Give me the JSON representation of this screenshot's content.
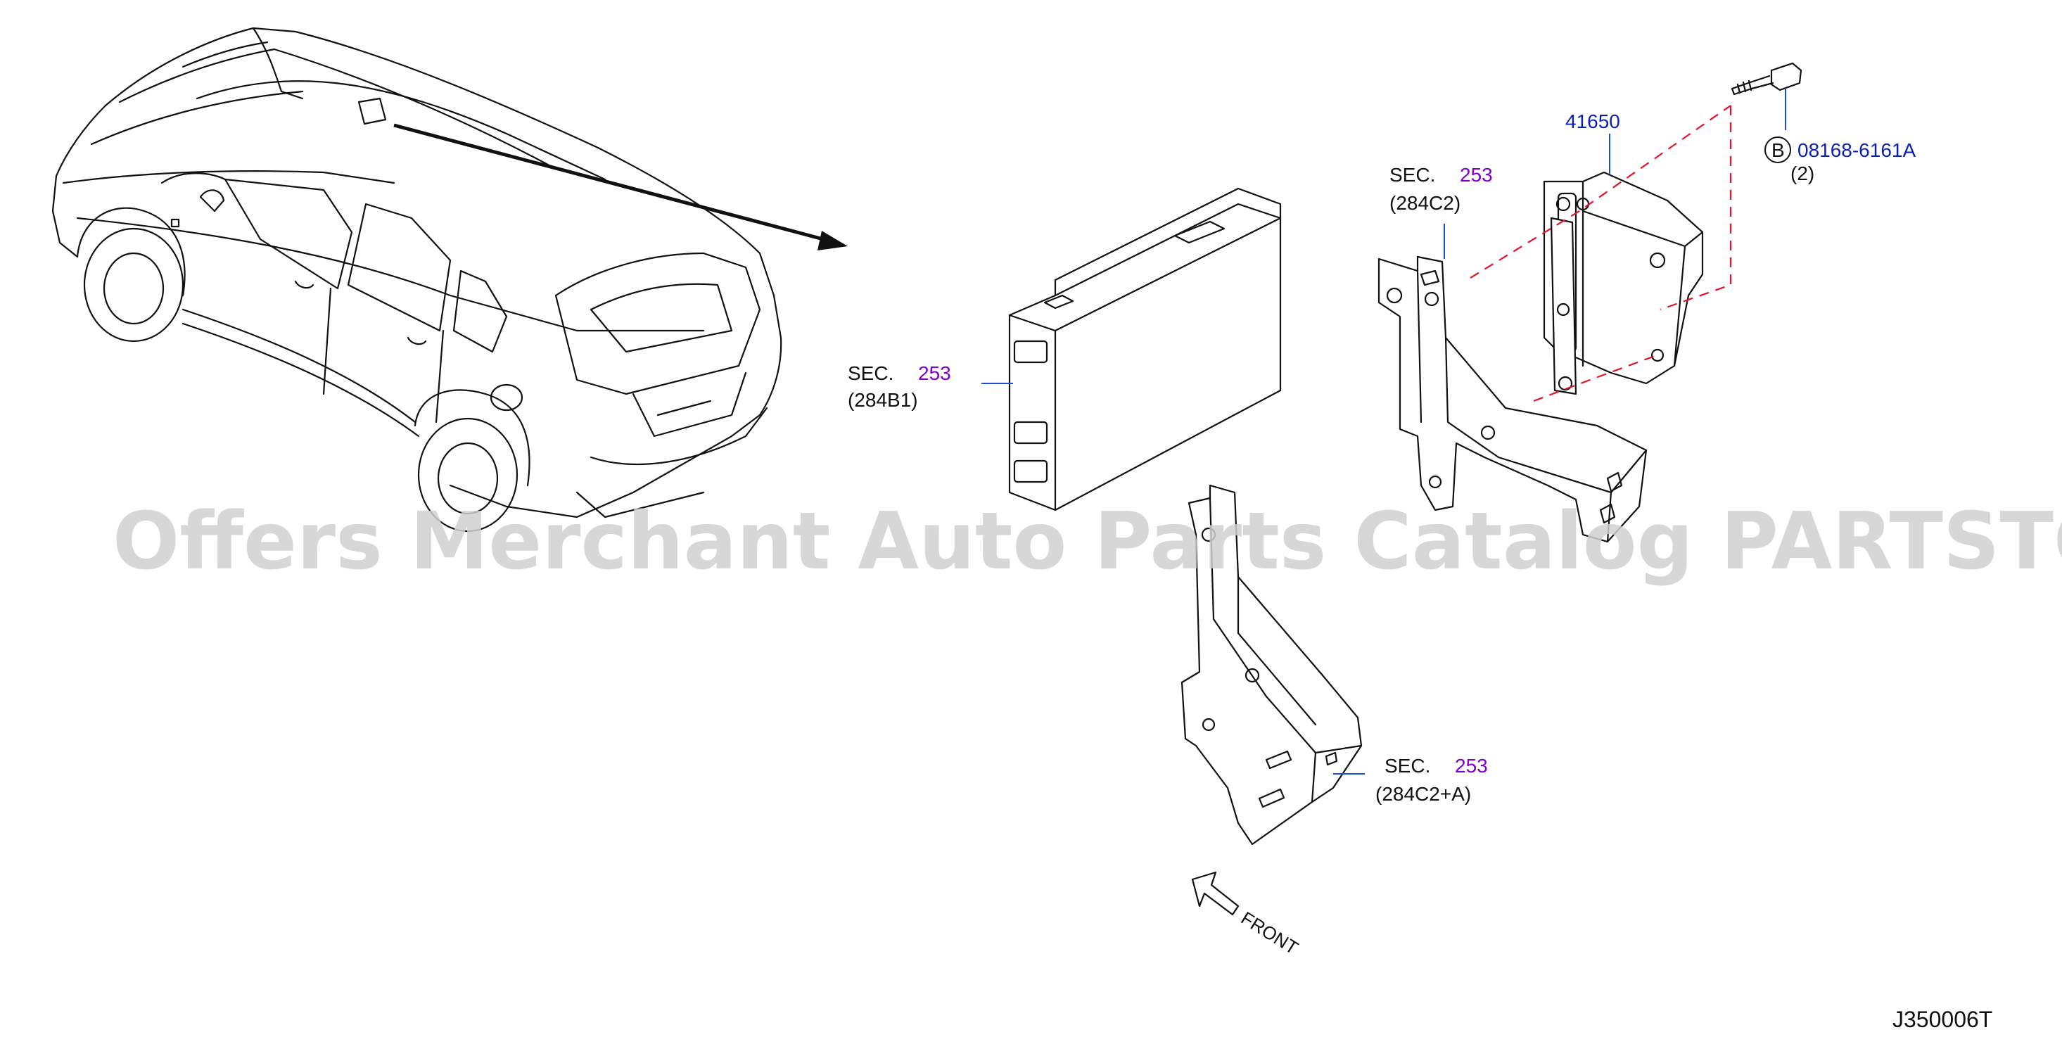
{
  "callouts": {
    "sec_prefix": "SEC.",
    "b1": {
      "code": "253",
      "ref": "(284B1)"
    },
    "c2": {
      "code": "253",
      "ref": "(284C2)"
    },
    "c2a": {
      "code": "253",
      "ref": "(284C2+A)"
    }
  },
  "parts": {
    "module_number": "41650",
    "bolt_marker": "B",
    "bolt_number": "08168-6161A",
    "bolt_qty": "(2)"
  },
  "front_label": "FRONT",
  "diagram_code": "J350006T",
  "watermark": "Offers Merchant Auto Parts Catalog PARTSTORE.SA",
  "colors": {
    "section_code": "#8000d0",
    "part_number": "#0a1fb8",
    "leader_line": "#1a4fd6",
    "dashed_guide": "#e3122a",
    "watermark": "#d0d0d0"
  }
}
